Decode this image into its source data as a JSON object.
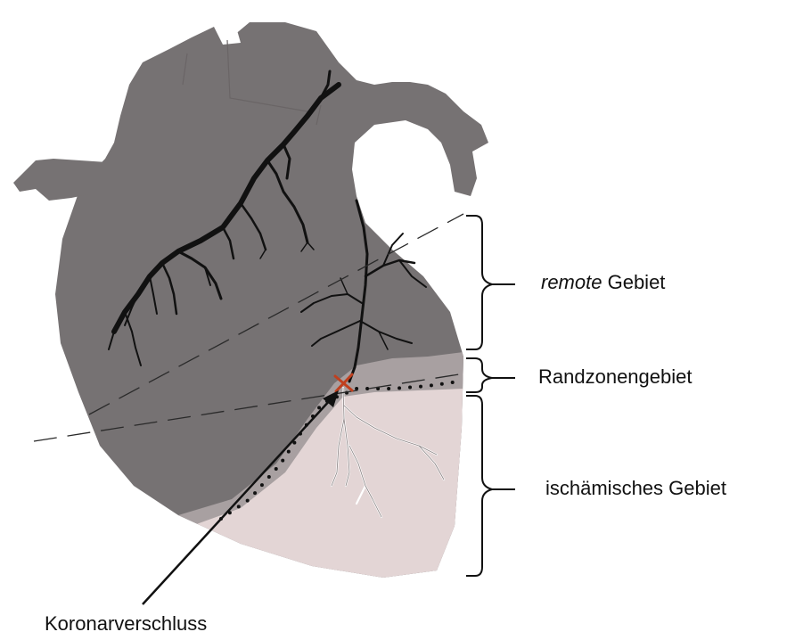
{
  "labels": {
    "remote_italic": "remote",
    "remote_rest": " Gebiet",
    "border": "Randzonengebiet",
    "ischemic": "ischämisches Gebiet",
    "occlusion": "Koronarverschluss"
  },
  "colors": {
    "heart": "#767273",
    "border_zone": "#a8a0a1",
    "ischemic_zone": "#e3d5d5",
    "vessel": "#111111",
    "occlusion_mark": "#c0401f",
    "ink": "#111111"
  }
}
